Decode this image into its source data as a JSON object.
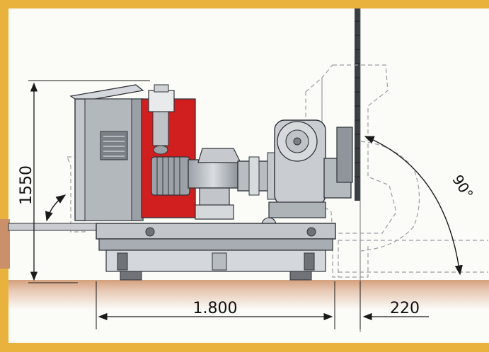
{
  "diagram": {
    "dimensions": {
      "height_label": "1550",
      "length_label": "1.800",
      "offset_label": "220",
      "angle_label": "90°"
    },
    "colors": {
      "frame": "#e9b23c",
      "background": "#fbfbf8",
      "ground": "#c9906a",
      "machine_gray": "#bfc3c8",
      "machine_dark": "#6f7378",
      "accent_red": "#d11f1f",
      "rail": "#3a3f44",
      "outline": "#2f3338"
    }
  }
}
